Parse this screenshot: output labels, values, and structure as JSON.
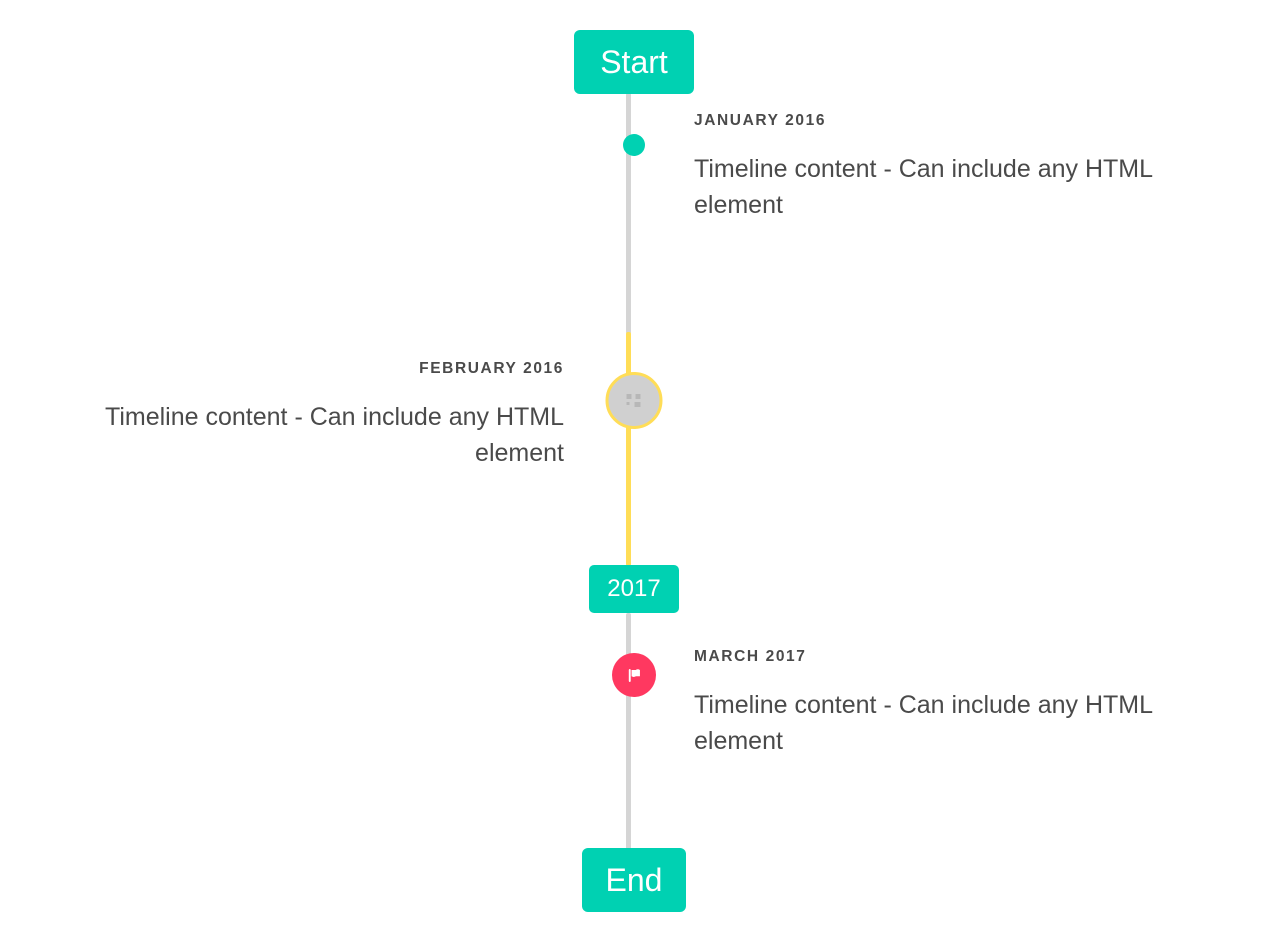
{
  "timeline": {
    "header_badge": {
      "label": "Start",
      "color": "#00d1b2"
    },
    "footer_badge": {
      "label": "End",
      "color": "#00d1b2"
    },
    "divider_badge": {
      "label": "2017",
      "color": "#00d1b2"
    },
    "line_colors": {
      "default": "#d5d5d5",
      "highlight": "#ffdd57"
    },
    "items": [
      {
        "heading": "JANUARY 2016",
        "body": "Timeline content - Can include any HTML element",
        "side": "right",
        "marker": "dot",
        "marker_icon": "dot-icon",
        "marker_color": "#00d1b2"
      },
      {
        "heading": "FEBRUARY 2016",
        "body": "Timeline content - Can include any HTML element",
        "side": "left",
        "marker": "image",
        "marker_icon": "image-placeholder-icon",
        "marker_color": "#d0d0d0",
        "marker_ring_color": "#ffdd57"
      },
      {
        "heading": "MARCH 2017",
        "body": "Timeline content - Can include any HTML element",
        "side": "right",
        "marker": "flag",
        "marker_icon": "flag-icon",
        "marker_color": "#ff3860"
      }
    ]
  }
}
